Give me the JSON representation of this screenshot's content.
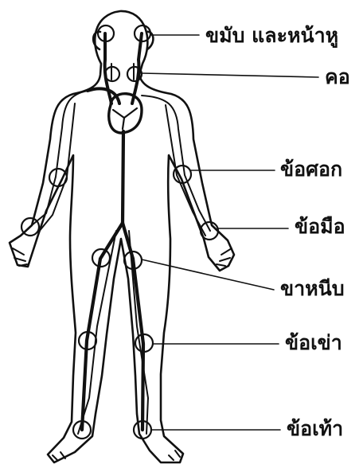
{
  "labels": {
    "temple_ear": "ขมับ และหน้าหู",
    "neck": "คอ",
    "elbow": "ข้อศอก",
    "wrist": "ข้อมือ",
    "groin": "ขาหนีบ",
    "knee": "ข้อเข่า",
    "ankle": "ข้อเท้า"
  },
  "colors": {
    "ink": "#111111",
    "background": "#ffffff"
  }
}
